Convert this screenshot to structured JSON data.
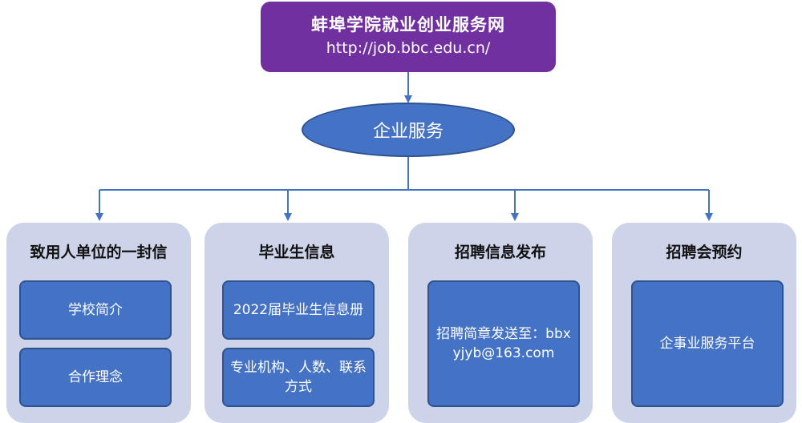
{
  "root": {
    "title": "蚌埠学院就业创业服务网",
    "url": "http://job.bbc.edu.cn/"
  },
  "hub": {
    "label": "企业服务"
  },
  "columns": [
    {
      "title": "致用人单位的一封信",
      "items": [
        "学校简介",
        "合作理念"
      ]
    },
    {
      "title": "毕业生信息",
      "items": [
        "2022届毕业生信息册",
        "专业机构、人数、联系方式"
      ]
    },
    {
      "title": "招聘信息发布",
      "items": [
        "招聘简章发送至：bbxyjyb@163.com"
      ]
    },
    {
      "title": "招聘会预约",
      "items": [
        "企事业服务平台"
      ]
    }
  ],
  "colors": {
    "root": "#7030a0",
    "node": "#4472c4",
    "panel": "#cdd3e8",
    "connector": "#4472c4"
  }
}
